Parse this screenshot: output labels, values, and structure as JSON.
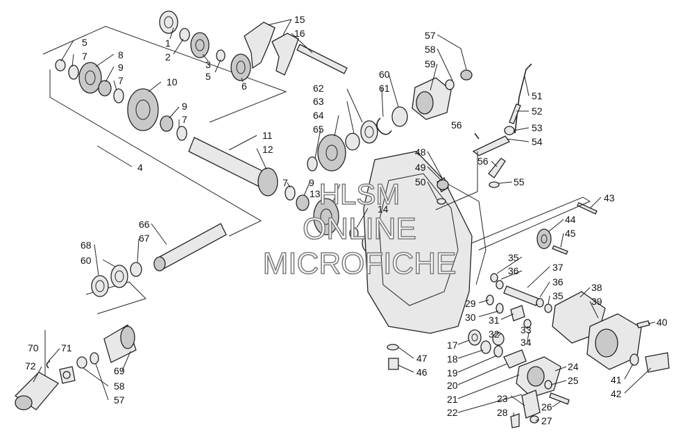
{
  "watermark": {
    "line1": "HLSM",
    "line2": "ONLINE",
    "line3": "MICROFICHE"
  },
  "callouts": [
    {
      "id": "c1",
      "text": "1"
    },
    {
      "id": "c2",
      "text": "2"
    },
    {
      "id": "c3",
      "text": "3"
    },
    {
      "id": "c5a",
      "text": "5"
    },
    {
      "id": "c6",
      "text": "6"
    },
    {
      "id": "c15",
      "text": "15"
    },
    {
      "id": "c16",
      "text": "16"
    },
    {
      "id": "c5b",
      "text": "5"
    },
    {
      "id": "c7a",
      "text": "7"
    },
    {
      "id": "c8",
      "text": "8"
    },
    {
      "id": "c9a",
      "text": "9"
    },
    {
      "id": "c7b",
      "text": "7"
    },
    {
      "id": "c10",
      "text": "10"
    },
    {
      "id": "c9b",
      "text": "9"
    },
    {
      "id": "c7c",
      "text": "7"
    },
    {
      "id": "c11",
      "text": "11"
    },
    {
      "id": "c12",
      "text": "12"
    },
    {
      "id": "c4",
      "text": "4"
    },
    {
      "id": "c7d",
      "text": "7"
    },
    {
      "id": "c9c",
      "text": "9"
    },
    {
      "id": "c13",
      "text": "13"
    },
    {
      "id": "c14",
      "text": "14"
    },
    {
      "id": "c62",
      "text": "62"
    },
    {
      "id": "c63",
      "text": "63"
    },
    {
      "id": "c64",
      "text": "64"
    },
    {
      "id": "c65",
      "text": "65"
    },
    {
      "id": "c60a",
      "text": "60"
    },
    {
      "id": "c61",
      "text": "61"
    },
    {
      "id": "c57a",
      "text": "57"
    },
    {
      "id": "c58a",
      "text": "58"
    },
    {
      "id": "c59",
      "text": "59"
    },
    {
      "id": "c51",
      "text": "51"
    },
    {
      "id": "c52",
      "text": "52"
    },
    {
      "id": "c53",
      "text": "53"
    },
    {
      "id": "c54",
      "text": "54"
    },
    {
      "id": "c56a",
      "text": "56"
    },
    {
      "id": "c56b",
      "text": "56"
    },
    {
      "id": "c55",
      "text": "55"
    },
    {
      "id": "c48",
      "text": "48"
    },
    {
      "id": "c49",
      "text": "49"
    },
    {
      "id": "c50",
      "text": "50"
    },
    {
      "id": "c43",
      "text": "43"
    },
    {
      "id": "c44",
      "text": "44"
    },
    {
      "id": "c45",
      "text": "45"
    },
    {
      "id": "c66",
      "text": "66"
    },
    {
      "id": "c67",
      "text": "67"
    },
    {
      "id": "c68",
      "text": "68"
    },
    {
      "id": "c60b",
      "text": "60"
    },
    {
      "id": "c35a",
      "text": "35"
    },
    {
      "id": "c36a",
      "text": "36"
    },
    {
      "id": "c37",
      "text": "37"
    },
    {
      "id": "c36b",
      "text": "36"
    },
    {
      "id": "c35b",
      "text": "35"
    },
    {
      "id": "c38",
      "text": "38"
    },
    {
      "id": "c39",
      "text": "39"
    },
    {
      "id": "c40",
      "text": "40"
    },
    {
      "id": "c29",
      "text": "29"
    },
    {
      "id": "c30",
      "text": "30"
    },
    {
      "id": "c31",
      "text": "31"
    },
    {
      "id": "c32",
      "text": "32"
    },
    {
      "id": "c33",
      "text": "33"
    },
    {
      "id": "c34",
      "text": "34"
    },
    {
      "id": "c17",
      "text": "17"
    },
    {
      "id": "c18",
      "text": "18"
    },
    {
      "id": "c19",
      "text": "19"
    },
    {
      "id": "c20",
      "text": "20"
    },
    {
      "id": "c21",
      "text": "21"
    },
    {
      "id": "c22",
      "text": "22"
    },
    {
      "id": "c23",
      "text": "23"
    },
    {
      "id": "c24",
      "text": "24"
    },
    {
      "id": "c25",
      "text": "25"
    },
    {
      "id": "c26",
      "text": "26"
    },
    {
      "id": "c27",
      "text": "27"
    },
    {
      "id": "c28",
      "text": "28"
    },
    {
      "id": "c41",
      "text": "41"
    },
    {
      "id": "c42",
      "text": "42"
    },
    {
      "id": "c47",
      "text": "47"
    },
    {
      "id": "c46",
      "text": "46"
    },
    {
      "id": "c70",
      "text": "70"
    },
    {
      "id": "c71",
      "text": "71"
    },
    {
      "id": "c72",
      "text": "72"
    },
    {
      "id": "c69",
      "text": "69"
    },
    {
      "id": "c58b",
      "text": "58"
    },
    {
      "id": "c57b",
      "text": "57"
    }
  ]
}
